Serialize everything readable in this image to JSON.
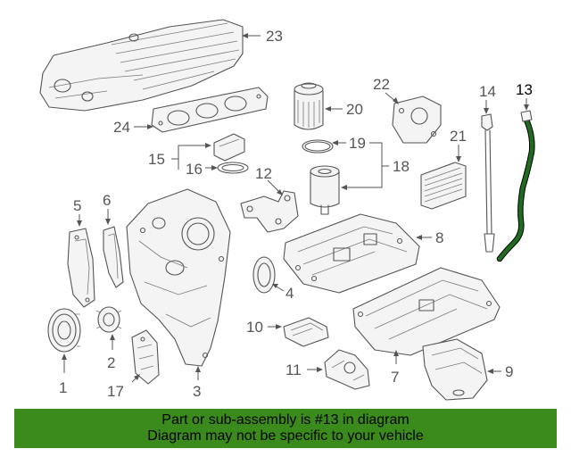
{
  "callouts": {
    "c1": "1",
    "c2": "2",
    "c3": "3",
    "c4": "4",
    "c5": "5",
    "c6": "6",
    "c7": "7",
    "c8": "8",
    "c9": "9",
    "c10": "10",
    "c11": "11",
    "c12": "12",
    "c13": "13",
    "c14": "14",
    "c15": "15",
    "c16": "16",
    "c17": "17",
    "c18": "18",
    "c19": "19",
    "c20": "20",
    "c21": "21",
    "c22": "22",
    "c23": "23",
    "c24": "24"
  },
  "banner": {
    "line1": "Part or sub-assembly is #13 in diagram",
    "line2": "Diagram may not be specific to your vehicle"
  },
  "colors": {
    "highlight_part": "#1f6b1f",
    "banner_background": "#3a8a1c",
    "line_art": "#555555"
  }
}
